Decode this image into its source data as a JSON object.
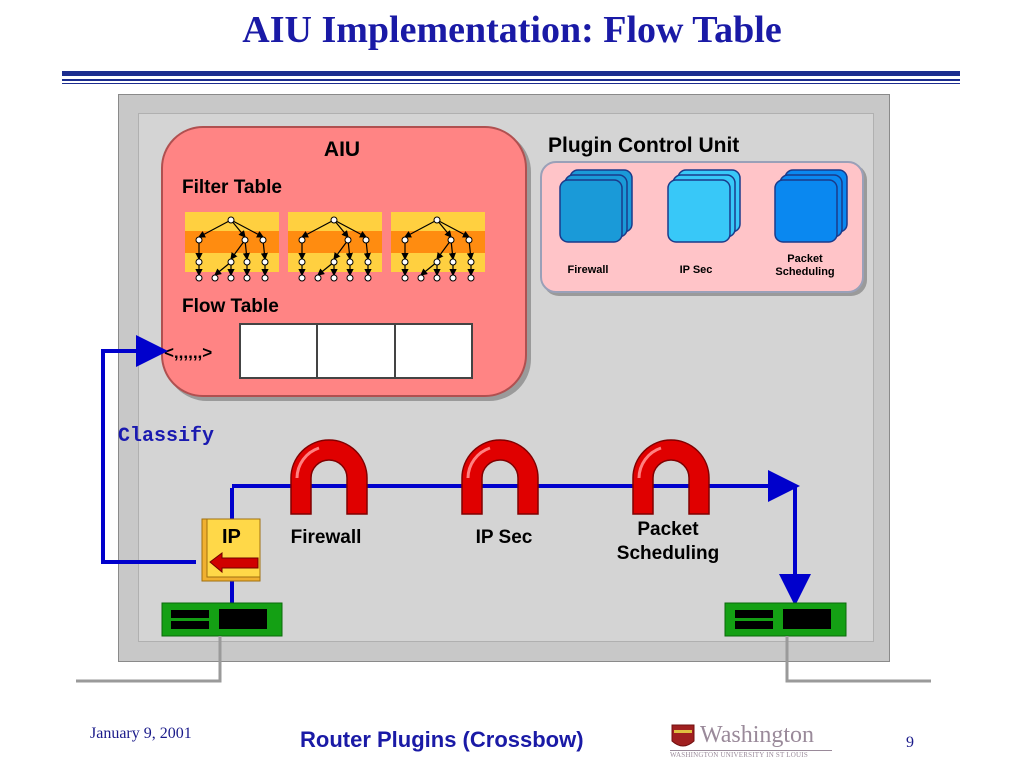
{
  "slide": {
    "title": "AIU Implementation: Flow Table"
  },
  "aiu": {
    "label": "AIU",
    "filter_table_label": "Filter Table",
    "flow_table_label": "Flow Table",
    "tuple_label": "<,,,,,,>",
    "flow_table_cells": 3
  },
  "plugin_control_unit": {
    "label": "Plugin Control Unit",
    "plugins": [
      {
        "name": "Firewall",
        "color": "#1a9ad8"
      },
      {
        "name": "IP Sec",
        "color": "#38c8f8"
      },
      {
        "name": "Packet Scheduling",
        "color": "#0a88f0"
      }
    ]
  },
  "datapath": {
    "classify_label": "Classify",
    "ip_label": "IP",
    "plugins": [
      "Firewall",
      "IP Sec",
      "Packet Scheduling"
    ]
  },
  "colors": {
    "title": "#1a1aa6",
    "aiu_fill": "#ff8484",
    "pcu_fill": "#ffc4c8",
    "arrow": "#0000cc",
    "plugin_red": "#e00000",
    "nic_green": "#14a014"
  },
  "footer": {
    "date": "January 9, 2001",
    "title": "Router Plugins (Crossbow)",
    "page": "9",
    "university": "Washington",
    "university_sub": "WASHINGTON UNIVERSITY IN ST LOUIS"
  }
}
